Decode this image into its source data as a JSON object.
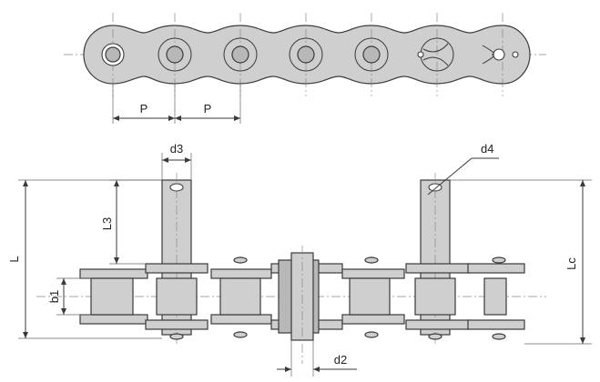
{
  "labels": {
    "pitch_1": "P",
    "pitch_2": "P",
    "pin_diameter": "d3",
    "cotter_hole": "d4",
    "pin_length": "L3",
    "total_length": "L",
    "inner_width": "b1",
    "cotter_length": "Lc",
    "roller_diameter": "d2"
  }
}
